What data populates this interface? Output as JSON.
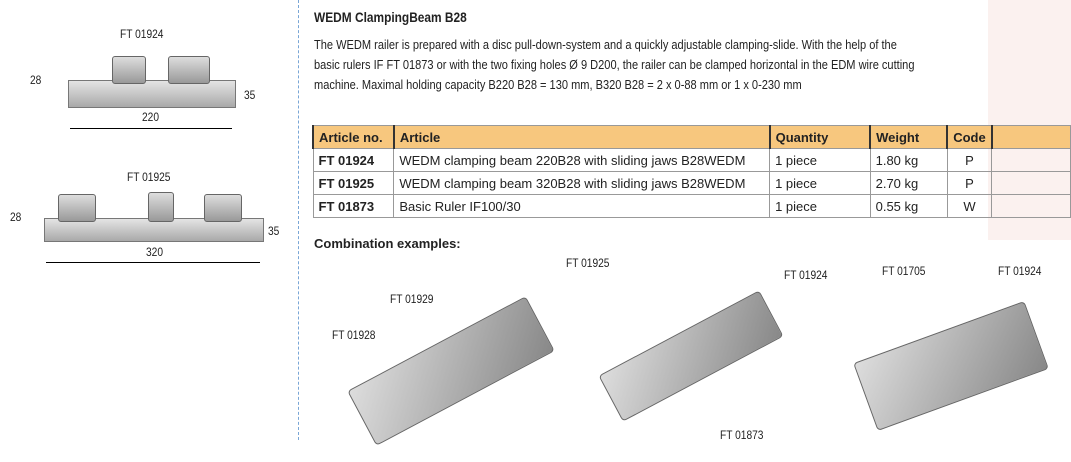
{
  "title": "WEDM ClampingBeam B28",
  "description": [
    "The WEDM railer is prepared with a disc pull-down-system and a quickly adjustable clamping-slide. With the help of the",
    "basic rulers IF FT 01873 or with the two fixing holes Ø 9 D200, the railer can be clamped horizontal in the EDM wire cutting",
    "machine. Maximal holding capacity B220 B28 = 130 mm, B320 B28 = 2 x 0-88 mm or 1 x 0-230 mm"
  ],
  "table": {
    "headers": [
      "Article no.",
      "Article",
      "Quantity",
      "Weight",
      "Code"
    ],
    "rows": [
      [
        "FT 01924",
        "WEDM clamping beam 220B28 with sliding jaws B28WEDM",
        "1 piece",
        "1.80 kg",
        "P"
      ],
      [
        "FT 01925",
        "WEDM clamping beam 320B28 with sliding jaws B28WEDM",
        "1 piece",
        "2.70 kg",
        "P"
      ],
      [
        "FT 01873",
        "Basic Ruler IF100/30",
        "1 piece",
        "0.55 kg",
        "W"
      ]
    ]
  },
  "combination_label": "Combination examples:",
  "drawings": {
    "d1": {
      "label": "FT 01924",
      "width": "220",
      "height": "35",
      "depth": "28"
    },
    "d2": {
      "label": "FT 01925",
      "width": "320",
      "height": "35",
      "depth": "28"
    }
  },
  "photo_labels": [
    "FT 01925",
    "FT 01929",
    "FT 01928",
    "FT 01924",
    "FT 01873",
    "FT 01705",
    "FT 01924"
  ]
}
